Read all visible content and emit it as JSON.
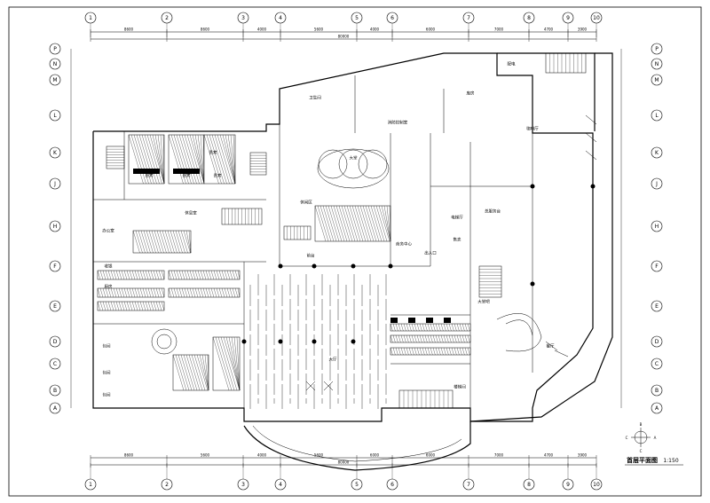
{
  "grid_columns": [
    "1",
    "2",
    "3",
    "4",
    "5",
    "6",
    "7",
    "8",
    "9",
    "10"
  ],
  "grid_rows": [
    "P",
    "N",
    "M",
    "L",
    "K",
    "J",
    "H",
    "F",
    "E",
    "D",
    "C",
    "B",
    "A"
  ],
  "dimensions_top": [
    "8600",
    "8600",
    "4000",
    "5600",
    "4000",
    "6000",
    "7000",
    "4700",
    "3900"
  ],
  "dimensions_bottom": [
    "8600",
    "5600",
    "4000",
    "5600",
    "6000",
    "6000",
    "7000",
    "4700",
    "3900"
  ],
  "total_dimension": "80000",
  "room_labels": {
    "r1": "贵宾",
    "r2": "贵宾",
    "r3": "贵宾",
    "r4": "贵宾",
    "r5": "大堂",
    "r6": "办公室",
    "r7": "休息室",
    "r8": "收银",
    "r9": "厨房",
    "r10": "包间",
    "r11": "包间",
    "r12": "包间",
    "r13": "大厅",
    "r14": "前台",
    "r15": "餐厅",
    "r16": "咖啡厅",
    "r17": "总服务台",
    "r18": "卫生间",
    "r19": "楼梯间",
    "r20": "电梯厅",
    "r21": "休闲区",
    "r22": "配电",
    "r23": "消防控制室",
    "r24": "库房",
    "r25": "大堂吧",
    "r26": "商务中心",
    "r27": "售卖",
    "r28": "出入口"
  },
  "title": "首层平面图",
  "scale": "1:150",
  "north_labels": {
    "n": "B",
    "s": "C",
    "e": "A",
    "w": "C"
  }
}
